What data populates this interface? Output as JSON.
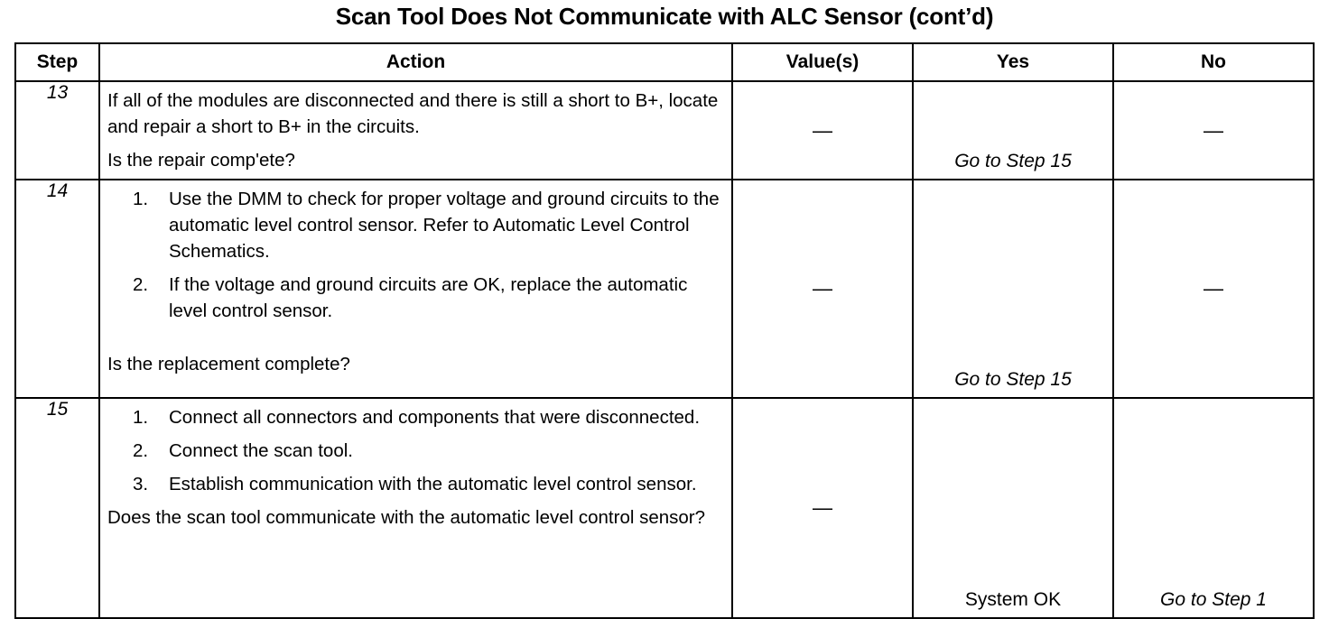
{
  "document": {
    "title": "Scan Tool Does Not Communicate with ALC Sensor (cont’d)"
  },
  "table": {
    "columns": [
      {
        "key": "step",
        "label": "Step"
      },
      {
        "key": "action",
        "label": "Action"
      },
      {
        "key": "value",
        "label": "Value(s)"
      },
      {
        "key": "yes",
        "label": "Yes"
      },
      {
        "key": "no",
        "label": "No"
      }
    ],
    "rows": [
      {
        "step": "13",
        "action": {
          "paragraphs": [
            "If all of the modules are disconnected and there is still a short to B+, locate and repair a short to B+ in the circuits.",
            "Is the repair comp'ete?"
          ],
          "list": []
        },
        "value": "—",
        "yes": "Go to Step 15",
        "yes_style": "italic",
        "no": "—",
        "no_style": "plain"
      },
      {
        "step": "14",
        "action": {
          "paragraphs": [
            "Is the replacement complete?"
          ],
          "list": [
            {
              "num": "1.",
              "text": "Use the DMM to check for proper voltage and ground circuits to the automatic level control sensor. Refer to Automatic Level Control Schematics."
            },
            {
              "num": "2.",
              "text": "If the voltage and ground circuits are OK, replace the automatic level control sensor."
            }
          ]
        },
        "value": "—",
        "yes": "Go to Step 15",
        "yes_style": "italic",
        "no": "—",
        "no_style": "plain"
      },
      {
        "step": "15",
        "action": {
          "paragraphs": [
            "Does the scan tool communicate with the automatic level control sensor?"
          ],
          "list": [
            {
              "num": "1.",
              "text": "Connect all connectors and components that were disconnected."
            },
            {
              "num": "2.",
              "text": "Connect the scan tool."
            },
            {
              "num": "3.",
              "text": "Establish communication with the automatic level control sensor."
            }
          ]
        },
        "value": "—",
        "yes": "System OK",
        "yes_style": "plain",
        "no": "Go to Step 1",
        "no_style": "italic"
      }
    ]
  }
}
